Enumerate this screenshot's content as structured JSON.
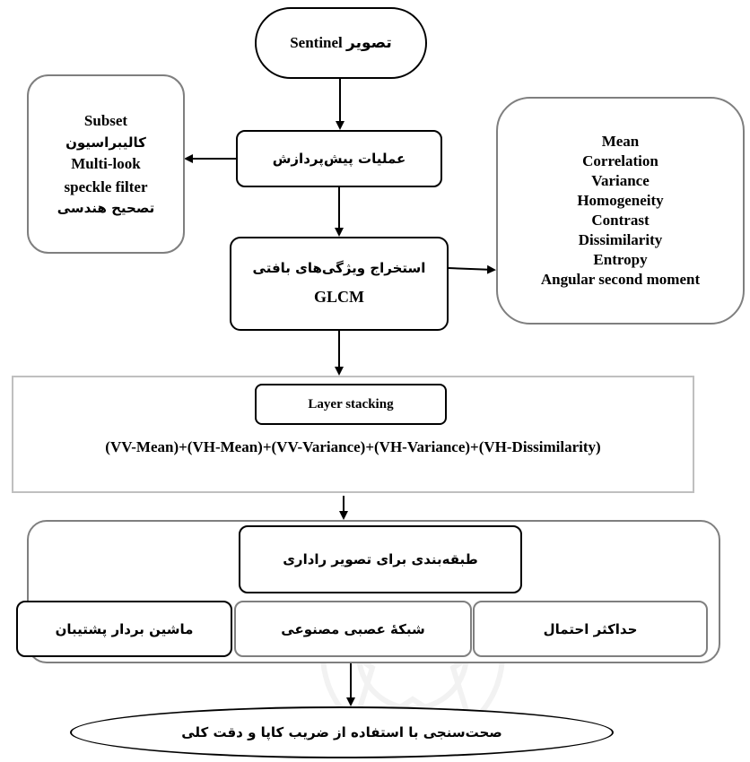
{
  "start": {
    "fa": "تصویر",
    "en": "Sentinel"
  },
  "preprocess": {
    "label": "عملیات پیش‌پردازش"
  },
  "preprocess_steps": {
    "items": [
      {
        "text": "Subset",
        "lang": "en"
      },
      {
        "text": "کالیبراسیون",
        "lang": "fa"
      },
      {
        "text": "Multi-look",
        "lang": "en"
      },
      {
        "text": "speckle filter",
        "lang": "en"
      },
      {
        "text": "تصحیح هندسی",
        "lang": "fa"
      }
    ]
  },
  "texture": {
    "label": "استخراج ویژگی‌های بافتی",
    "method": "GLCM"
  },
  "features": {
    "items": [
      "Mean",
      "Correlation",
      "Variance",
      "Homogeneity",
      "Contrast",
      "Dissimilarity",
      "Entropy",
      "Angular second moment"
    ]
  },
  "stacking": {
    "title": "Layer stacking",
    "formula": "(VV-Mean)+(VH-Mean)+(VV-Variance)+(VH-Variance)+(VH-Dissimilarity)"
  },
  "classification": {
    "title": "طبقه‌بندی برای تصویر راداری",
    "methods": [
      "ماشین بردار پشتیبان",
      "شبکهٔ عصبی مصنوعی",
      "حداکثر احتمال"
    ]
  },
  "accuracy": {
    "label": "صحت‌سنجی با استفاده از ضریب کاپا و دقت کلی"
  }
}
